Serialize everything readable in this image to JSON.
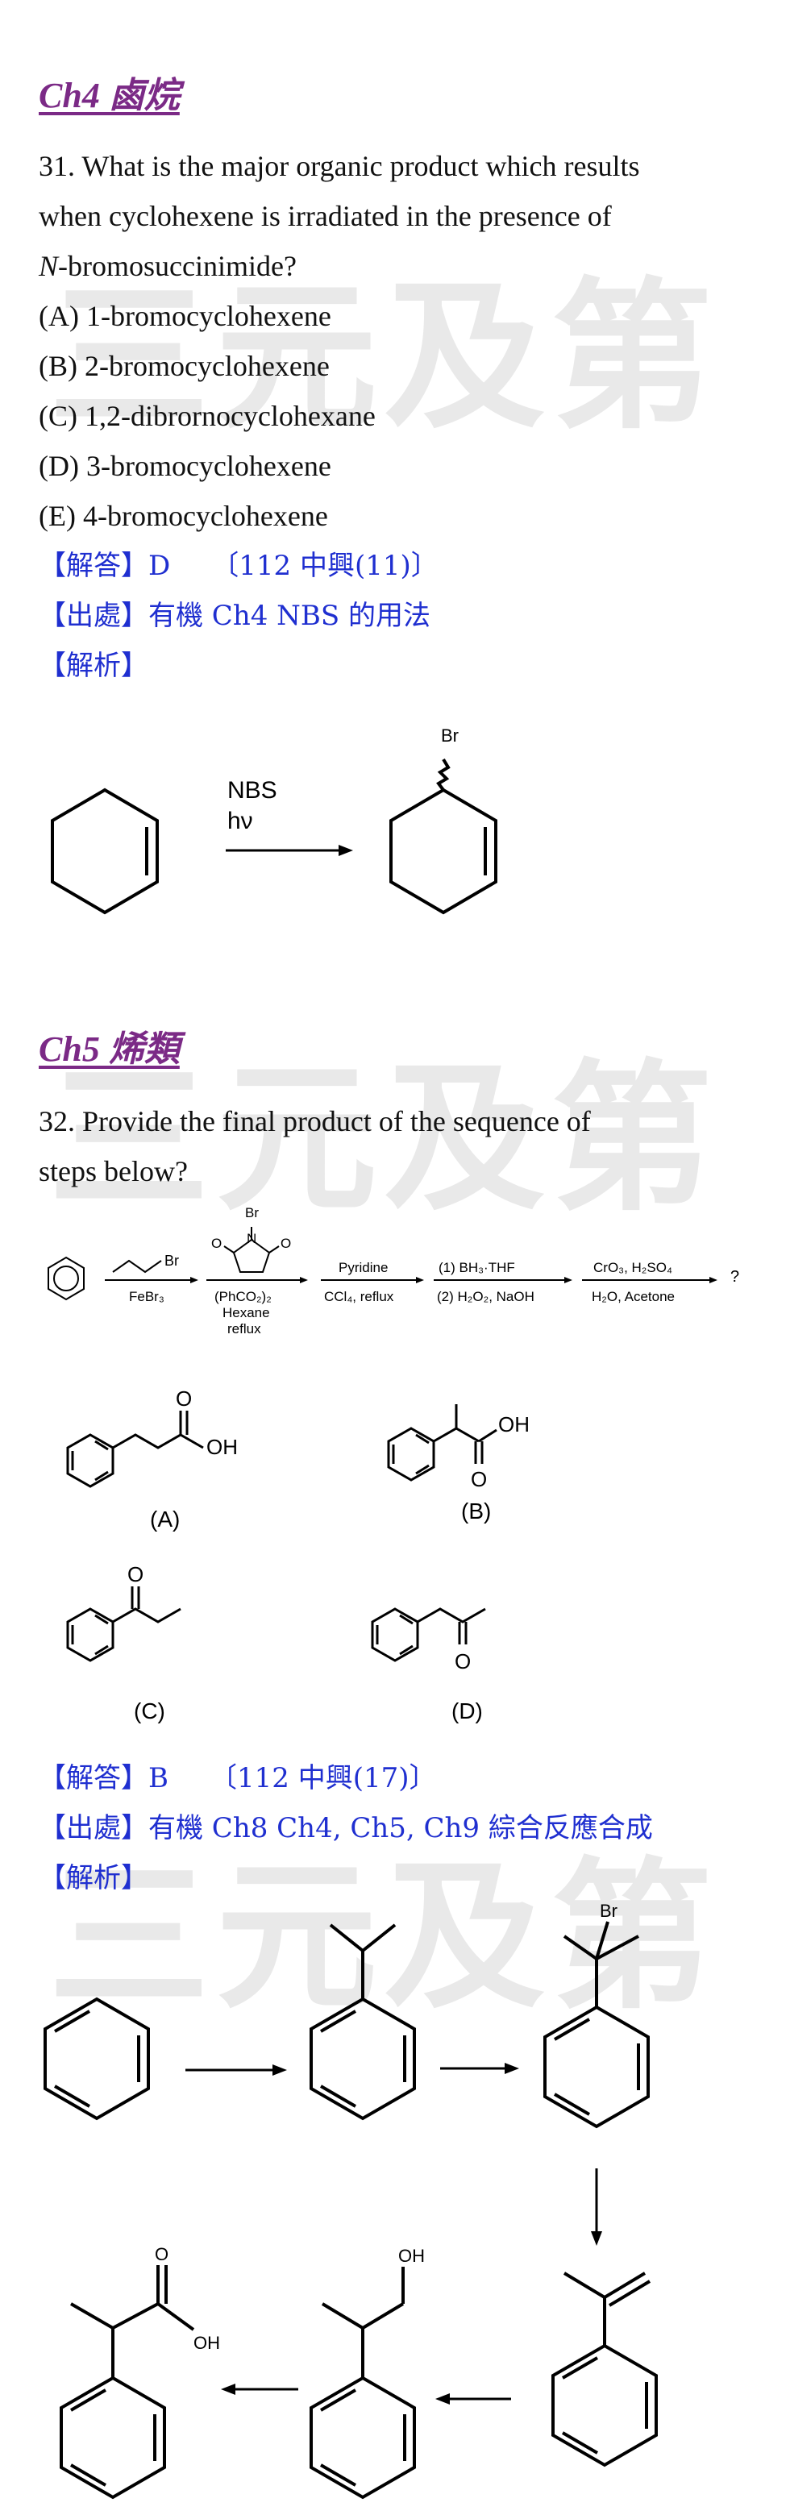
{
  "watermark": "三元及第",
  "ch4": {
    "heading": "Ch4 鹵烷",
    "q_line1": "31. What is the major organic product which results",
    "q_line2": "when cyclohexene is irradiated in the presence of",
    "q_line3_italic": "N",
    "q_line3_rest": "-bromosuccinimide?",
    "options": [
      "(A) 1-bromocyclohexene",
      "(B) 2-bromocyclohexene",
      "(C) 1,2-dibrornocyclohexane",
      "(D) 3-bromocyclohexene",
      "(E) 4-bromocyclohexene"
    ],
    "answer": "【解答】D　　〔112 中興(11)〕",
    "source": "【出處】有機 Ch4 NBS 的用法",
    "analysis": "【解析】",
    "scheme": {
      "reagent1": "NBS",
      "reagent2": "hν",
      "br": "Br"
    }
  },
  "ch5": {
    "heading": "Ch5 烯類",
    "q_line1": "32. Provide the final product of the sequence of",
    "q_line2": "steps below?",
    "sequence": {
      "br_chain": "Br",
      "febr3": "FeBr₃",
      "nbs_br": "Br",
      "nbs_o1": "O",
      "nbs_n": "N",
      "nbs_o2": "O",
      "nbs_cond1": "(PhCO₂)₂",
      "nbs_cond2": "Hexane",
      "nbs_cond3": "reflux",
      "step3_top": "Pyridine",
      "step3_bottom": "CCl₄, reflux",
      "step4_top": "(1) BH₃·THF",
      "step4_bottom": "(2) H₂O₂, NaOH",
      "step5_top": "CrO₃, H₂SO₄",
      "step5_bottom": "H₂O, Acetone",
      "question_mark": "?"
    },
    "choices": {
      "a": "(A)",
      "b": "(B)",
      "c": "(C)",
      "d": "(D)",
      "oh": "OH",
      "o": "O"
    },
    "answer": "【解答】B　　〔112 中興(17)〕",
    "source": "【出處】有機 Ch8 Ch4, Ch5, Ch9 綜合反應合成",
    "analysis": "【解析】",
    "scheme": {
      "br": "Br",
      "oh": "OH",
      "oh2": "OH",
      "o": "O"
    }
  }
}
